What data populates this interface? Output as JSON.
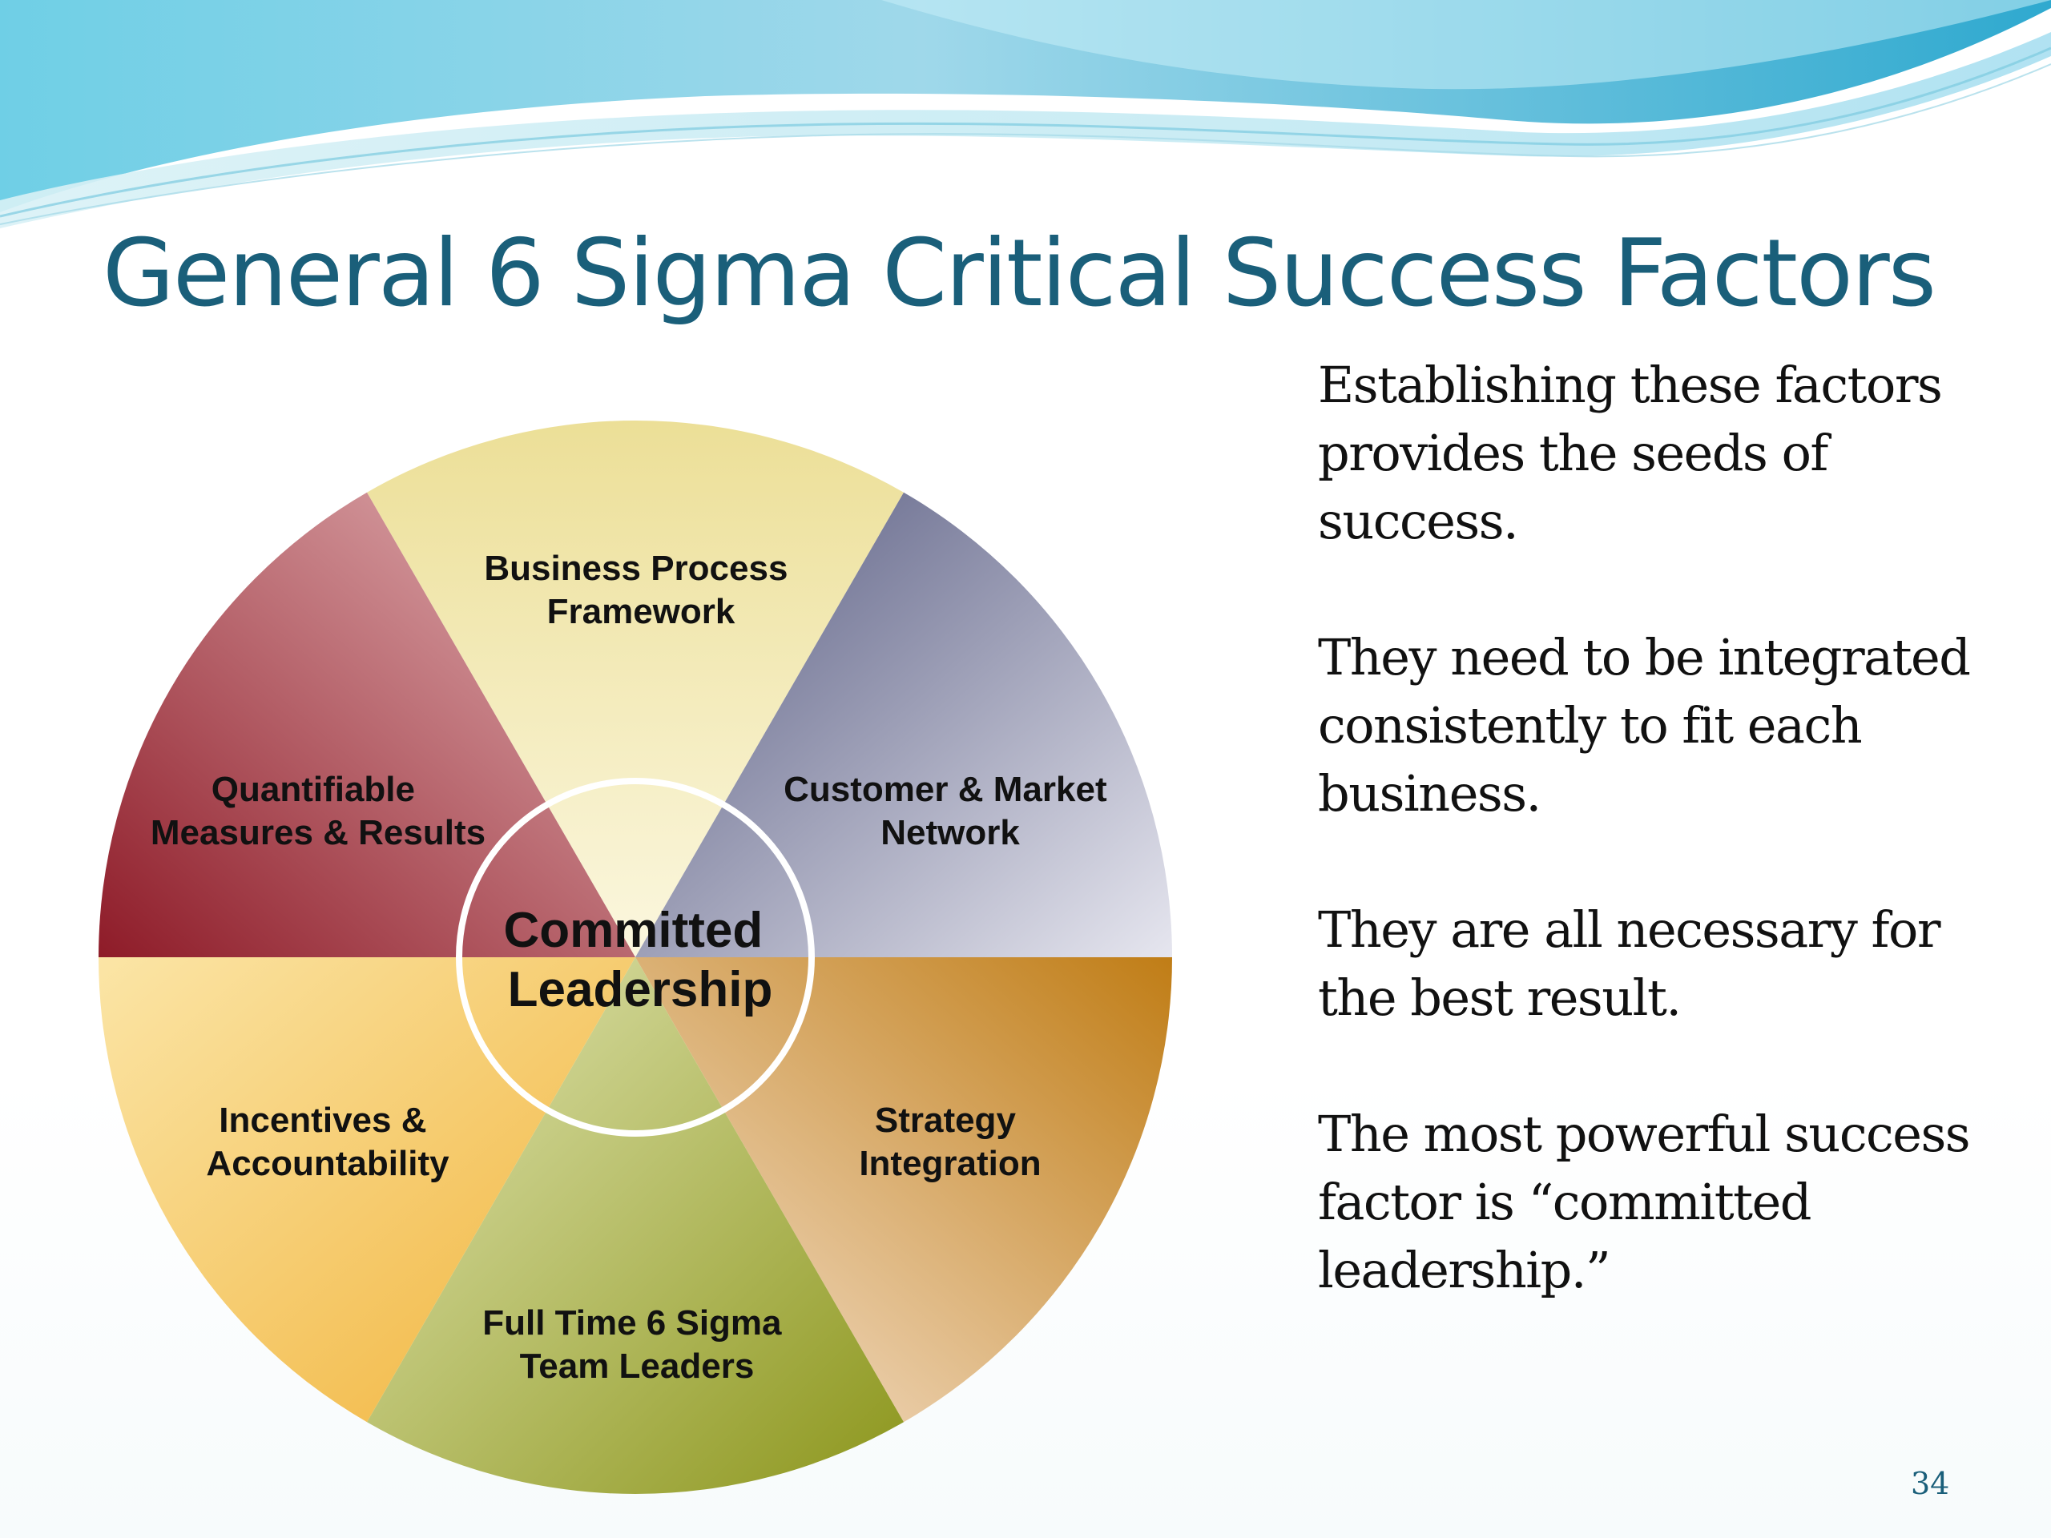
{
  "slide": {
    "title": "General 6 Sigma Critical Success Factors",
    "page_number": "34"
  },
  "diagram": {
    "center": {
      "line1": "Committed",
      "line2": "Leadership"
    },
    "segments": [
      {
        "id": "top",
        "line1": "Business Process",
        "line2": "Framework",
        "color": "#e9dc8e"
      },
      {
        "id": "upper-right",
        "line1": "Customer & Market",
        "line2": "Network",
        "color": "#5b5f88"
      },
      {
        "id": "lower-right",
        "line1": "Strategy",
        "line2": "Integration",
        "color": "#c07d16"
      },
      {
        "id": "bottom",
        "line1": "Full Time 6 Sigma",
        "line2": "Team Leaders",
        "color": "#8f9a1e"
      },
      {
        "id": "lower-left",
        "line1": "Incentives &",
        "line2": "Accountability",
        "color": "#f2b73b"
      },
      {
        "id": "upper-left",
        "line1": "Quantifiable",
        "line2": "Measures & Results",
        "color": "#8e1b28"
      }
    ]
  },
  "body": {
    "paragraphs": [
      "Establishing these factors provides the seeds of success.",
      "They need to be integrated consistently to fit each business.",
      "They are all necessary for the best result.",
      "The most powerful success factor is “committed leadership.”"
    ]
  },
  "colors": {
    "title": "#1a5f7a",
    "wave_light": "#b9e6ef",
    "wave_mid": "#6fc7df",
    "wave_dark": "#2fa9cf"
  }
}
